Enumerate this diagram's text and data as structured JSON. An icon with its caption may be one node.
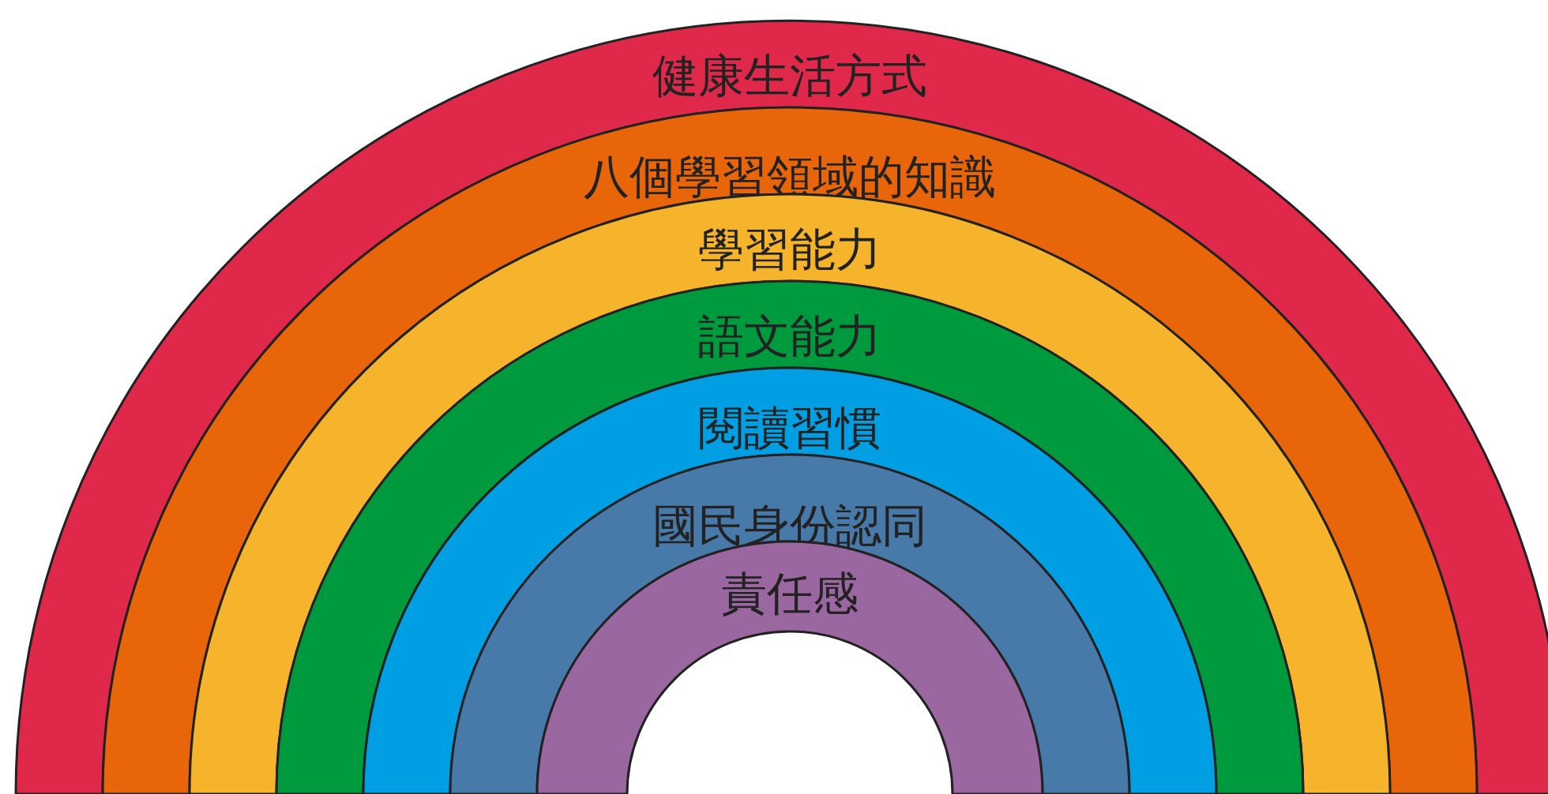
{
  "diagram": {
    "nodes": [
      {
        "text": [
          "健康生活方式"
        ]
      },
      {
        "text": [
          "八個學習領域的知識"
        ]
      },
      {
        "text": [
          "學習能力"
        ]
      },
      {
        "text": [
          "語文能力"
        ]
      },
      {
        "text": [
          "閱讀習慣"
        ]
      },
      {
        "text": [
          "國民身份認同"
        ]
      },
      {
        "text": [
          "責任感"
        ]
      }
    ]
  }
}
